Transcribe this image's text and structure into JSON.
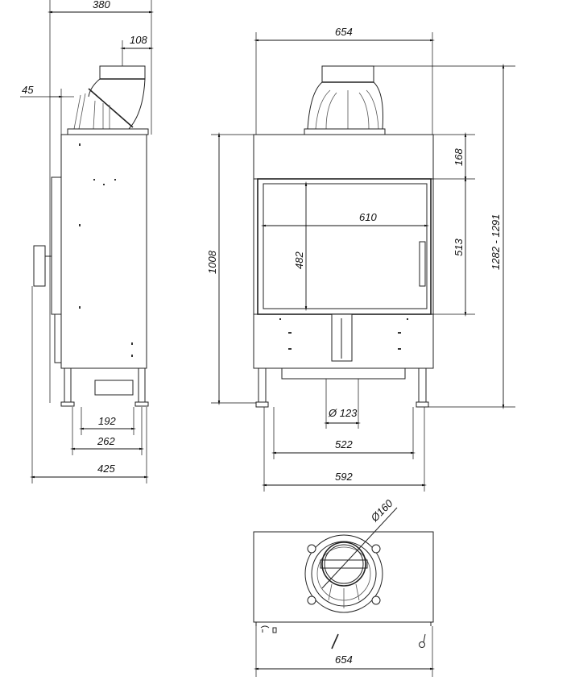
{
  "side_view": {
    "width_top": "380",
    "flue_offset": "108",
    "frame_offset": "45",
    "legs_inner": "192",
    "legs_outer": "262",
    "depth": "425"
  },
  "front_view": {
    "width": "654",
    "top_band": "168",
    "door_height": "513",
    "total_height": "1282 - 1291",
    "body_height": "1008",
    "glass_width": "610",
    "glass_height": "482",
    "air_inlet": "Ø 123",
    "legs_inner": "522",
    "legs_outer": "592"
  },
  "top_view": {
    "flue_diameter": "Ø160",
    "width": "654"
  }
}
